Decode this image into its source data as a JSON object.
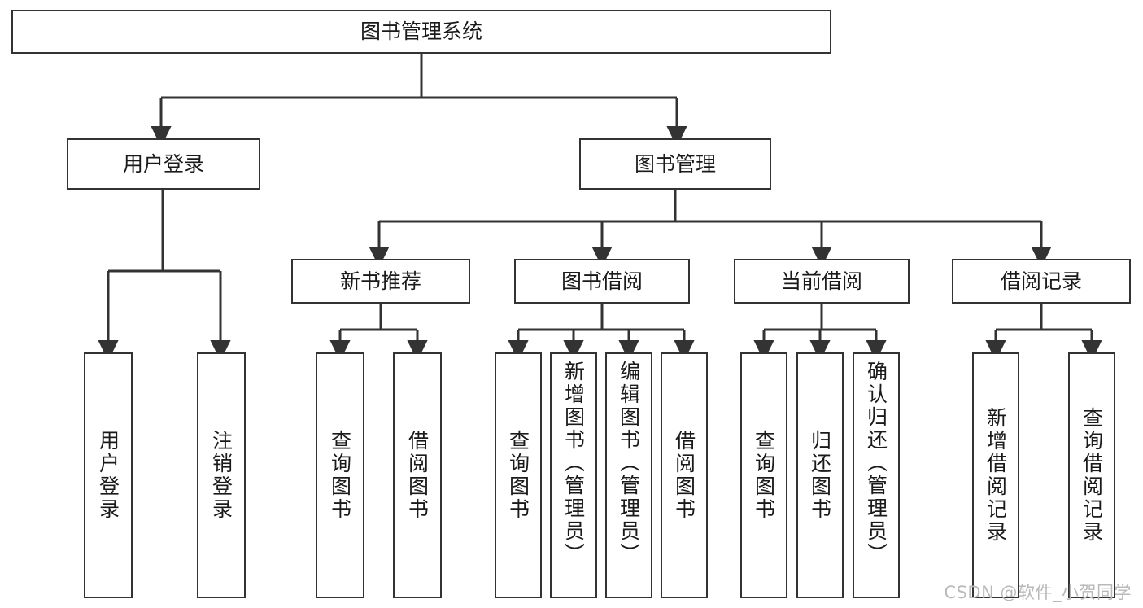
{
  "diagram": {
    "type": "tree-hierarchy",
    "title": "图书管理系统",
    "orientation": "top-down",
    "colors": {
      "node_border": "#333333",
      "node_fill": "#ffffff",
      "edge": "#333333",
      "text": "#1a1a1a",
      "watermark": "#b9b9b9",
      "background": "#ffffff"
    },
    "root": {
      "id": "root",
      "label": "图书管理系统",
      "text_direction": "horizontal"
    },
    "level1": [
      {
        "id": "user-login",
        "label": "用户登录",
        "text_direction": "horizontal"
      },
      {
        "id": "book-manage",
        "label": "图书管理",
        "text_direction": "horizontal"
      }
    ],
    "level2": [
      {
        "id": "new-book-recommend",
        "label": "新书推荐",
        "parent": "book-manage",
        "text_direction": "horizontal"
      },
      {
        "id": "book-borrow",
        "label": "图书借阅",
        "parent": "book-manage",
        "text_direction": "horizontal"
      },
      {
        "id": "current-borrow",
        "label": "当前借阅",
        "parent": "book-manage",
        "text_direction": "horizontal"
      },
      {
        "id": "borrow-record",
        "label": "借阅记录",
        "parent": "book-manage",
        "text_direction": "horizontal"
      }
    ],
    "leaves": [
      {
        "id": "leaf-user-login",
        "label": "用户登录",
        "parent": "user-login",
        "text_direction": "vertical"
      },
      {
        "id": "leaf-user-logout",
        "label": "注销登录",
        "parent": "user-login",
        "text_direction": "vertical"
      },
      {
        "id": "leaf-query-book-1",
        "label": "查询图书",
        "parent": "new-book-recommend",
        "text_direction": "vertical"
      },
      {
        "id": "leaf-borrow-book-1",
        "label": "借阅图书",
        "parent": "new-book-recommend",
        "text_direction": "vertical"
      },
      {
        "id": "leaf-query-book-2",
        "label": "查询图书",
        "parent": "book-borrow",
        "text_direction": "vertical"
      },
      {
        "id": "leaf-add-book",
        "label": "新增图书（管理员）",
        "parent": "book-borrow",
        "text_direction": "vertical"
      },
      {
        "id": "leaf-edit-book",
        "label": "编辑图书（管理员）",
        "parent": "book-borrow",
        "text_direction": "vertical"
      },
      {
        "id": "leaf-borrow-book-2",
        "label": "借阅图书",
        "parent": "book-borrow",
        "text_direction": "vertical"
      },
      {
        "id": "leaf-query-book-3",
        "label": "查询图书",
        "parent": "current-borrow",
        "text_direction": "vertical"
      },
      {
        "id": "leaf-return-book",
        "label": "归还图书",
        "parent": "current-borrow",
        "text_direction": "vertical"
      },
      {
        "id": "leaf-confirm-return",
        "label": "确认归还（管理员）",
        "parent": "current-borrow",
        "text_direction": "vertical"
      },
      {
        "id": "leaf-add-record",
        "label": "新增借阅记录",
        "parent": "borrow-record",
        "text_direction": "vertical"
      },
      {
        "id": "leaf-query-record",
        "label": "查询借阅记录",
        "parent": "borrow-record",
        "text_direction": "vertical"
      }
    ],
    "watermark": "CSDN @软件_小贺同学"
  }
}
